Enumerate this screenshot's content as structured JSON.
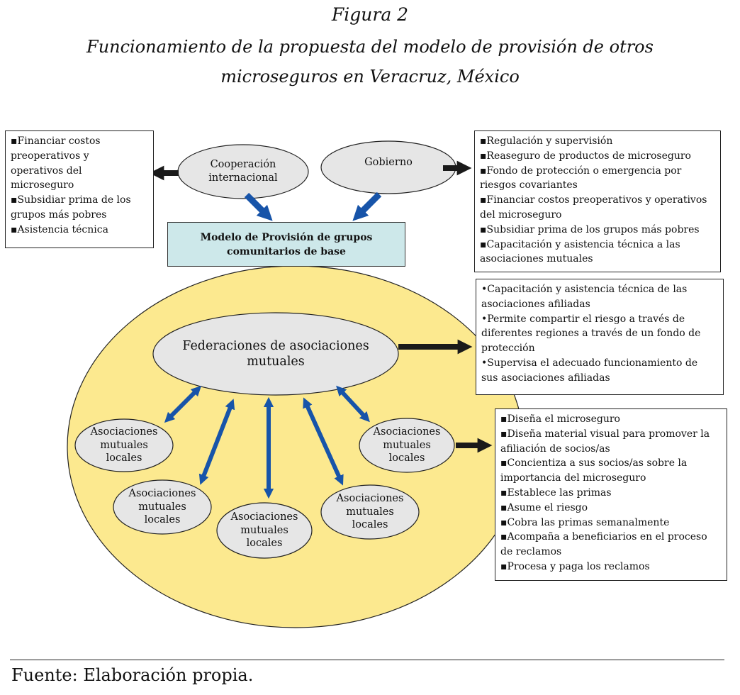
{
  "figure": {
    "number": "Figura 2",
    "title_line1": "Funcionamiento de la propuesta del modelo de provisión de otros",
    "title_line2": "microseguros en Veracruz, México"
  },
  "colors": {
    "outer_ellipse": "#fce98f",
    "node_fill": "#e6e6e6",
    "model_fill": "#cde8ea",
    "blue_arrow": "#1754a9",
    "black_arrow": "#1a1a1a"
  },
  "nodes": {
    "cooperacion": [
      "Cooperación",
      "internacional"
    ],
    "gobierno": [
      "Gobierno"
    ],
    "modelo": [
      "Modelo de Provisión de grupos",
      "comunitarios de base"
    ],
    "federaciones": [
      "Federaciones de asociaciones",
      "mutuales"
    ],
    "asociacion_label": [
      "Asociaciones",
      "mutuales",
      "locales"
    ]
  },
  "boxes": {
    "cooperacion_actions": [
      "Financiar costos",
      "preoperativos y",
      "operativos del",
      "microseguro",
      "Subsidiar prima de los",
      "grupos más pobres",
      "Asistencia técnica"
    ],
    "gobierno_actions": [
      "Regulación y supervisión",
      "Reaseguro de productos de microseguro",
      "Fondo de protección o emergencia por",
      "riesgos covariantes",
      "Financiar costos preoperativos y operativos",
      "del microseguro",
      "Subsidiar prima de los grupos más pobres",
      "Capacitación y asistencia técnica a las",
      "asociaciones mutuales"
    ],
    "federaciones_actions": [
      "Capacitación y asistencia técnica de las",
      "asociaciones afiliadas",
      "Permite compartir el riesgo a través de",
      "diferentes regiones a través de un fondo de",
      "protección",
      "Supervisa el adecuado funcionamiento de",
      "sus asociaciones afiliadas"
    ],
    "asociaciones_actions": [
      "Diseña el microseguro",
      "Diseña material visual para promover la",
      "afiliación de socios/as",
      "Concientiza a sus socios/as sobre la",
      "importancia del microseguro",
      "Establece las primas",
      "Asume el riesgo",
      "Cobra las primas semanalmente",
      "Acompaña a beneficiarios en el proceso",
      "de reclamos",
      "Procesa y paga los reclamos"
    ]
  },
  "source": "Fuente: Elaboración propia."
}
